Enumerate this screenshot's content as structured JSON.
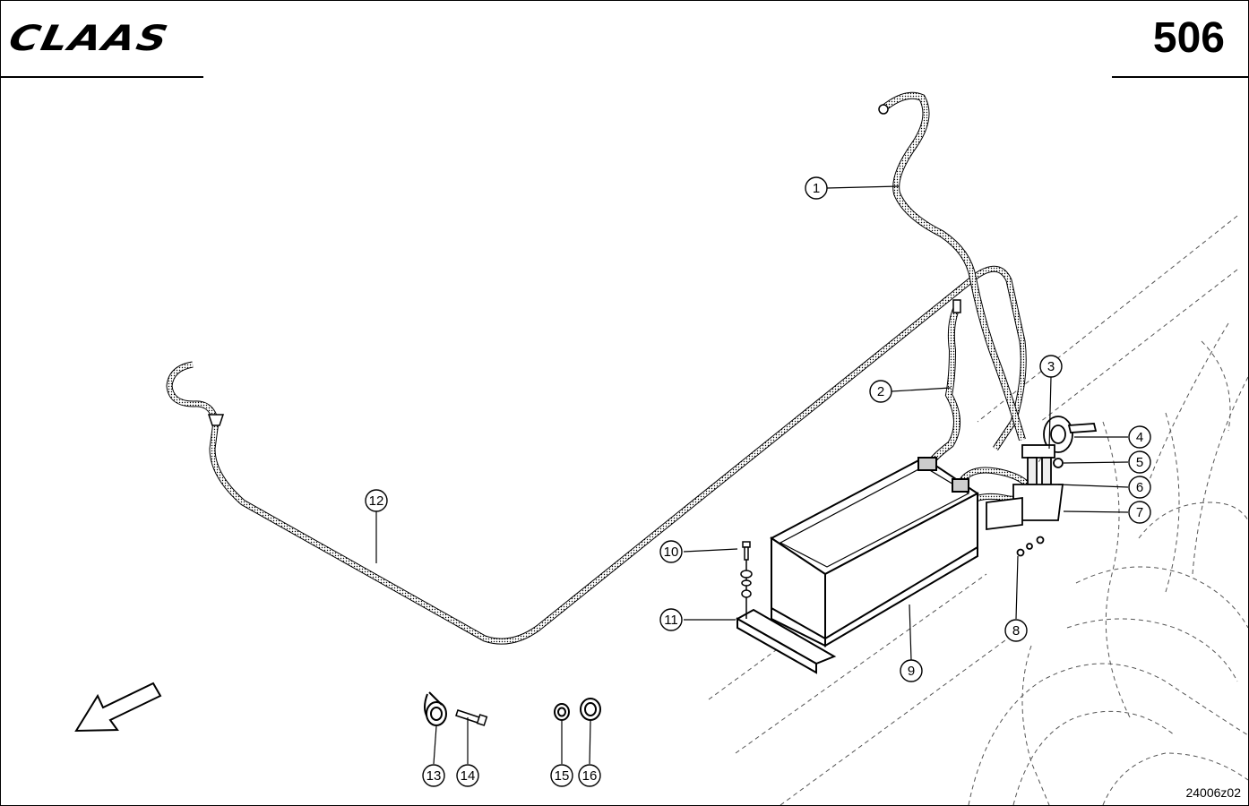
{
  "header": {
    "brand": "CLAAS",
    "page_number": "506"
  },
  "footer": {
    "drawing_code": "24006z02"
  },
  "callouts": [
    {
      "id": "callout-1",
      "label": "1"
    },
    {
      "id": "callout-2",
      "label": "2"
    },
    {
      "id": "callout-3",
      "label": "3"
    },
    {
      "id": "callout-4",
      "label": "4"
    },
    {
      "id": "callout-5",
      "label": "5"
    },
    {
      "id": "callout-6",
      "label": "6"
    },
    {
      "id": "callout-7",
      "label": "7"
    },
    {
      "id": "callout-8",
      "label": "8"
    },
    {
      "id": "callout-9",
      "label": "9"
    },
    {
      "id": "callout-10",
      "label": "10"
    },
    {
      "id": "callout-11",
      "label": "11"
    },
    {
      "id": "callout-12",
      "label": "12"
    },
    {
      "id": "callout-13",
      "label": "13"
    },
    {
      "id": "callout-14",
      "label": "14"
    },
    {
      "id": "callout-15",
      "label": "15"
    },
    {
      "id": "callout-16",
      "label": "16"
    }
  ],
  "icons": {
    "direction": "direction-arrow-icon"
  },
  "colors": {
    "ink": "#000000",
    "paper": "#ffffff",
    "hidden_lines": "#555555"
  }
}
